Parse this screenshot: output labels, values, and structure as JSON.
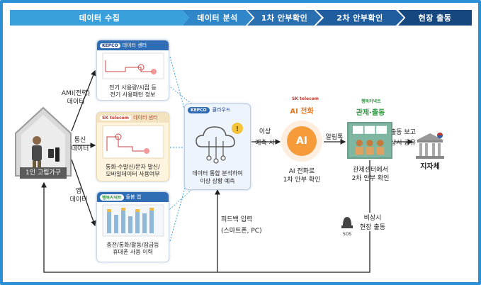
{
  "stages": [
    "데이터 수집",
    "데이터 분석",
    "1차 안부확인",
    "2차 안부확인",
    "현장 출동"
  ],
  "house": {
    "label": "1인 고립가구"
  },
  "channels": {
    "ami": "AMI(전력)\n데이터",
    "telecom": "통신\n데이터",
    "app": "앱\n데이터"
  },
  "boxes": {
    "kepco": {
      "logo": "KEPCO",
      "header": "데이터 센터",
      "caption": "전기 사용량/시점 등\n전기 사용패턴 정보"
    },
    "sk": {
      "logo": "SK telecom",
      "header": "데이터 센터",
      "caption": "통화·수발신/문자 발신/\n모바일데이터 사용여부"
    },
    "app": {
      "logo": "행복커넥트",
      "header": "돌봄 앱",
      "caption": "충전/통화/활동/잠금등\n휴대폰 사용 이력"
    }
  },
  "analysis": {
    "logo": "KEPCO",
    "header": "클라우드",
    "caption": "데이터 통합 분석하여\n이상 상황 예측"
  },
  "edges": {
    "anomaly": "이상\n예측 시",
    "alert": "알림톡",
    "report": "출동 보고\n상시 공유",
    "feedback": "피드백 입력\n(스마트폰, PC)"
  },
  "ai_call": {
    "brand": "SK telecom",
    "title": "AI 전화",
    "badge": "AI",
    "caption": "AI 전화로\n1차 안부 확인"
  },
  "control": {
    "brand": "행복커넥트",
    "title": "관제·출동",
    "caption": "관제센터에서\n2차 안부 확인"
  },
  "emergency": {
    "badge": "SOS",
    "caption": "비상시\n현장 출동"
  },
  "government": {
    "label": "지자체"
  },
  "colors": {
    "accent": "#2b8fd6",
    "orange": "#f59b3a",
    "green": "#2e9a3e"
  }
}
